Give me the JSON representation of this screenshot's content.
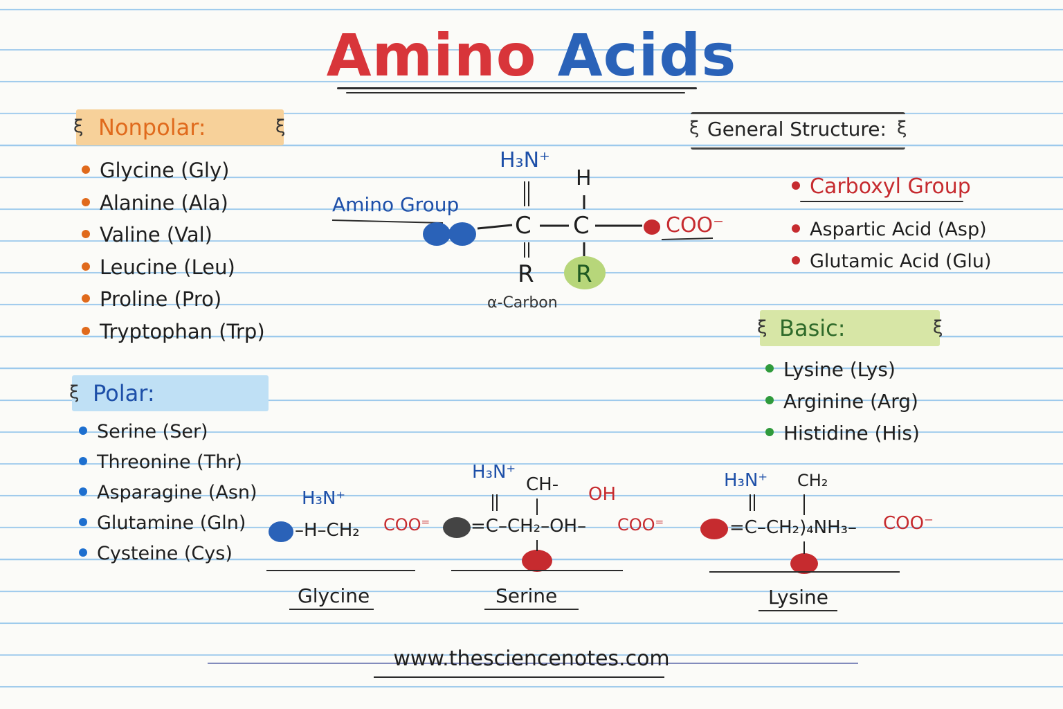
{
  "title": {
    "word1": "Amino",
    "word2": "Acids"
  },
  "colors": {
    "red": "#d8353a",
    "blue": "#2a62b8",
    "orange": "#e06a1c",
    "green": "#2f9a3c",
    "nonpolar_box": "#f7d19a",
    "polar_box": "#bfe0f5",
    "basic_box": "#d7e6a6"
  },
  "nonpolar": {
    "header": "Nonpolar:",
    "items": [
      "Glycine (Gly)",
      "Alanine (Ala)",
      "Valine (Val)",
      "Leucine (Leu)",
      "Proline (Pro)",
      "Tryptophan (Trp)"
    ]
  },
  "polar": {
    "header": "Polar:",
    "items": [
      "Serine (Ser)",
      "Threonine (Thr)",
      "Asparagine (Asn)",
      "Glutamine (Gln)",
      "Cysteine (Cys)"
    ]
  },
  "general_structure": {
    "header": "General Structure:",
    "amino_group": "Amino Group",
    "h3n": "H₃N⁺",
    "h": "H",
    "c": "C",
    "r": "R",
    "coo": "COO⁻",
    "alpha_carbon": "α-Carbon"
  },
  "acidic": {
    "header": "Carboxyl Group",
    "items": [
      "Aspartic Acid (Asp)",
      "Glutamic Acid (Glu)"
    ]
  },
  "basic": {
    "header": "Basic:",
    "items": [
      "Lysine (Lys)",
      "Arginine (Arg)",
      "Histidine (His)"
    ]
  },
  "examples": {
    "glycine": {
      "h3n": "H₃N⁺",
      "chain": "–H–CH₂",
      "coo": "COO⁼",
      "label": "Glycine"
    },
    "serine": {
      "h3n": "H₃N⁺",
      "top": "CH-",
      "oh": "OH",
      "chain": "=C–CH₂–OH–",
      "coo": "COO⁼",
      "label": "Serine"
    },
    "lysine": {
      "h3n": "H₃N⁺",
      "top": "CH₂",
      "chain": "=C–CH₂)₄NH₃–",
      "coo": "COO⁻",
      "label": "Lysine"
    }
  },
  "footer": "www.thesciencenotes.com"
}
